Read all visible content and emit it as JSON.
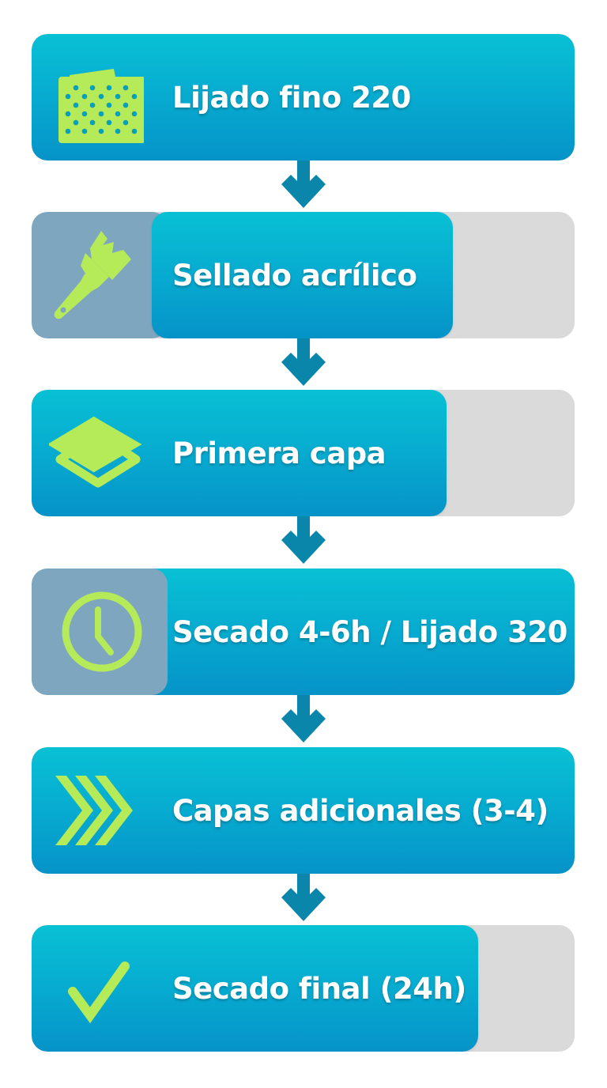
{
  "diagram": {
    "type": "vertical-process-flow",
    "colors": {
      "box_gradient_top": "#08c0d4",
      "box_gradient_bottom": "#0693c8",
      "icon_green": "#b5ea58",
      "track_gray": "#dadada",
      "side_panel": "#7ea7bf",
      "arrow": "#0b86ab",
      "text": "#ffffff"
    },
    "steps": [
      {
        "label": "Lijado fino 220",
        "icon": "sandpaper-icon"
      },
      {
        "label": "Sellado acrílico",
        "icon": "paintbrush-icon"
      },
      {
        "label": "Primera capa",
        "icon": "layers-icon"
      },
      {
        "label": "Secado 4-6h / Lijado 320",
        "icon": "clock-icon"
      },
      {
        "label": "Capas adicionales (3-4)",
        "icon": "triple-chevron-icon"
      },
      {
        "label": "Secado final (24h)",
        "icon": "checkmark-icon"
      }
    ],
    "connectors": [
      "arrow-down",
      "arrow-down",
      "arrow-down",
      "arrow-down",
      "arrow-down"
    ]
  }
}
